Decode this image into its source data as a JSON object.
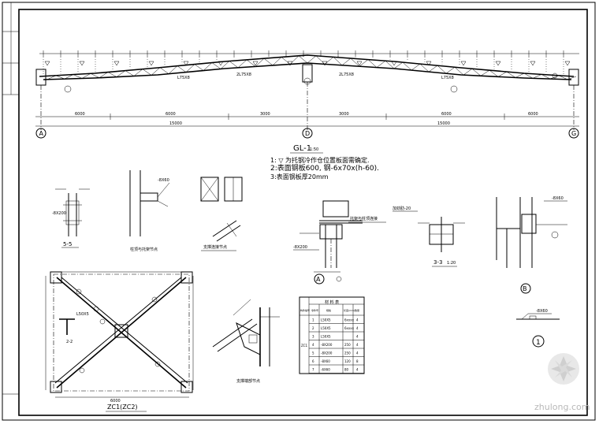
{
  "truss_title": "GL-1",
  "truss_scale": "1:50",
  "notes": [
    "1: ▽ 为托钢冷作仓位置板面需确定.",
    "2:表面钢板600, 钢-6x70x(h-60).",
    "3:表面钢板厚20mm"
  ],
  "axes": [
    "A",
    "D",
    "G"
  ],
  "section_labels": {
    "s55": "5-5",
    "s33": "3-3",
    "s33_scale": "1:20",
    "detail_a": "A",
    "detail_b": "B",
    "detail_1": "1",
    "bracing": "ZC1(ZC2)"
  },
  "material_table": {
    "title": "材 料 表",
    "headers": [
      "构件编号",
      "零件号",
      "规格",
      "长度(mm)",
      "数量"
    ],
    "group": "ZC1",
    "rows": [
      [
        "1",
        "L50X5",
        "6xxxx",
        "4"
      ],
      [
        "2",
        "L50X5",
        "6xxxx",
        "4"
      ],
      [
        "3",
        "L50X5",
        "",
        "4"
      ],
      [
        "4",
        "-8X200",
        "250",
        "4"
      ],
      [
        "5",
        "-8X200",
        "250",
        "4"
      ],
      [
        "6",
        "-8X60",
        "120",
        "8"
      ],
      [
        "7",
        "-6X60",
        "80",
        "4"
      ]
    ]
  },
  "watermark": "zhulong.com"
}
